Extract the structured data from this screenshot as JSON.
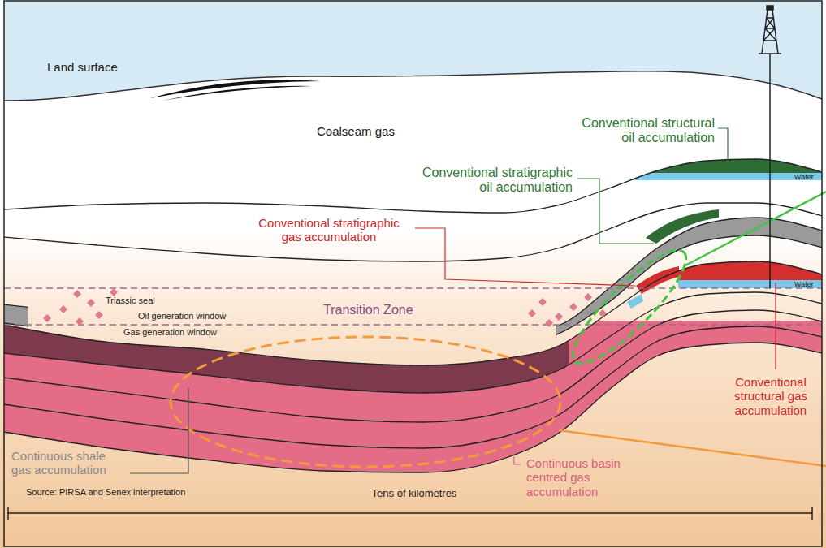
{
  "diagram": {
    "labels": [
      "Land surface",
      "Coalseam gas",
      "Conventional structural oil accumulation",
      "Water",
      "Conventional stratigraphic oil accumulation",
      "Water",
      "Conventional stratigraphic gas accumulation",
      "Triassic seal",
      "Oil generation window",
      "Transition Zone",
      "Gas generation window",
      "Continuous shale gas accumulation",
      "Continuous basin centred gas accumulation",
      "Conventional structural gas accumulation",
      "Source: PIRSA and Senex interpretation",
      "Tens of kilometres"
    ]
  }
}
